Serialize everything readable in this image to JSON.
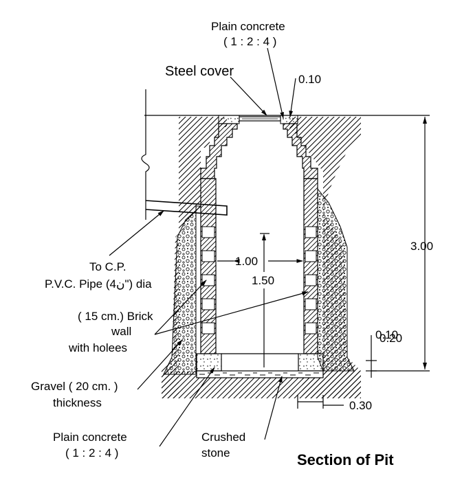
{
  "title": "Section of Pit",
  "labels": {
    "plain_concrete_top_1": "Plain concrete",
    "plain_concrete_top_2": "( 1 : 2 : 4 )",
    "steel_cover": "Steel cover",
    "dim_010_top": "0.10",
    "dim_300": "3.00",
    "dim_100": "1.00",
    "dim_150": "1.50",
    "to_cp": "To C.P.",
    "pvc_pipe": "P.V.C. Pipe (ن4\") dia",
    "brick_1": "( 15 cm.) Brick",
    "brick_2": "wall",
    "brick_3": "with holees",
    "gravel_1": "Gravel ( 20 cm. )",
    "gravel_2": "thickness",
    "plain_concrete_bot_1": "Plain concrete",
    "plain_concrete_bot_2": "( 1 : 2 : 4 )",
    "crushed_1": "Crushed",
    "crushed_2": "stone",
    "dim_010_right": "0.10",
    "dim_020": "0.20",
    "dim_030": "0.30"
  }
}
